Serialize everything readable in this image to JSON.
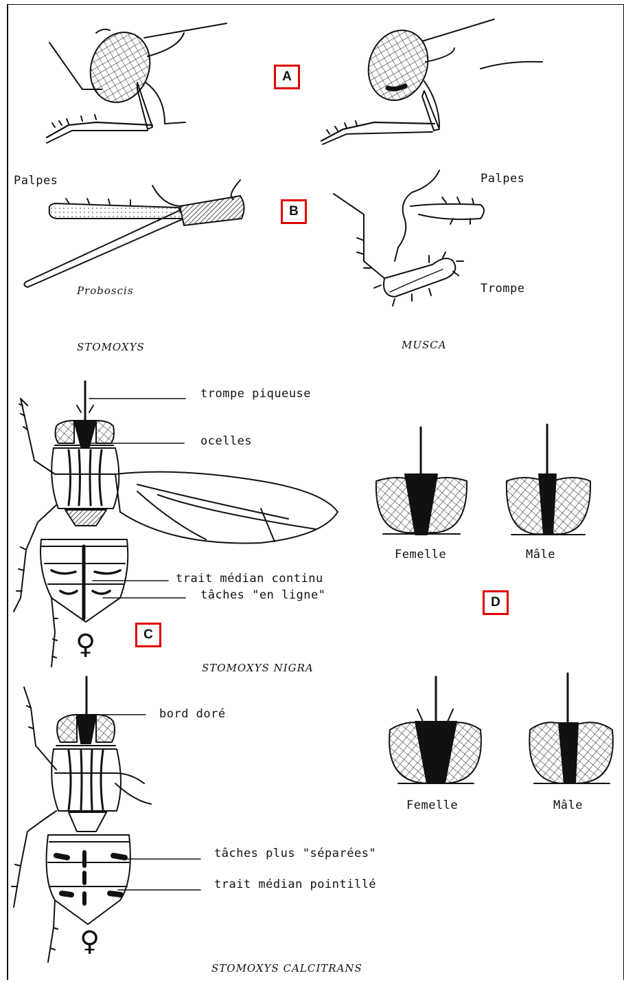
{
  "badges": {
    "a": "A",
    "b": "B",
    "c": "C",
    "d": "D"
  },
  "panel_b": {
    "palpes_left": "Palpes",
    "proboscis": "Proboscis",
    "palpes_right": "Palpes",
    "trompe": "Trompe"
  },
  "genus": {
    "stomoxys": "STOMOXYS",
    "musca": "MUSCA"
  },
  "nigra": {
    "trompe_piqueuse": "trompe piqueuse",
    "ocelles": "ocelles",
    "trait_median": "trait médian continu",
    "taches": "tâches \"en ligne\"",
    "sex": "♀",
    "species": "STOMOXYS NIGRA",
    "heads": {
      "female": "Femelle",
      "male": "Mâle"
    }
  },
  "calcitrans": {
    "bord_dore": "bord doré",
    "taches": "tâches plus \"séparées\"",
    "trait_median": "trait médian pointillé",
    "sex": "♀",
    "species": "STOMOXYS CALCITRANS",
    "heads": {
      "female": "Femelle",
      "male": "Mâle"
    }
  },
  "colors": {
    "badge_border": "#e00000",
    "ink": "#111111"
  }
}
